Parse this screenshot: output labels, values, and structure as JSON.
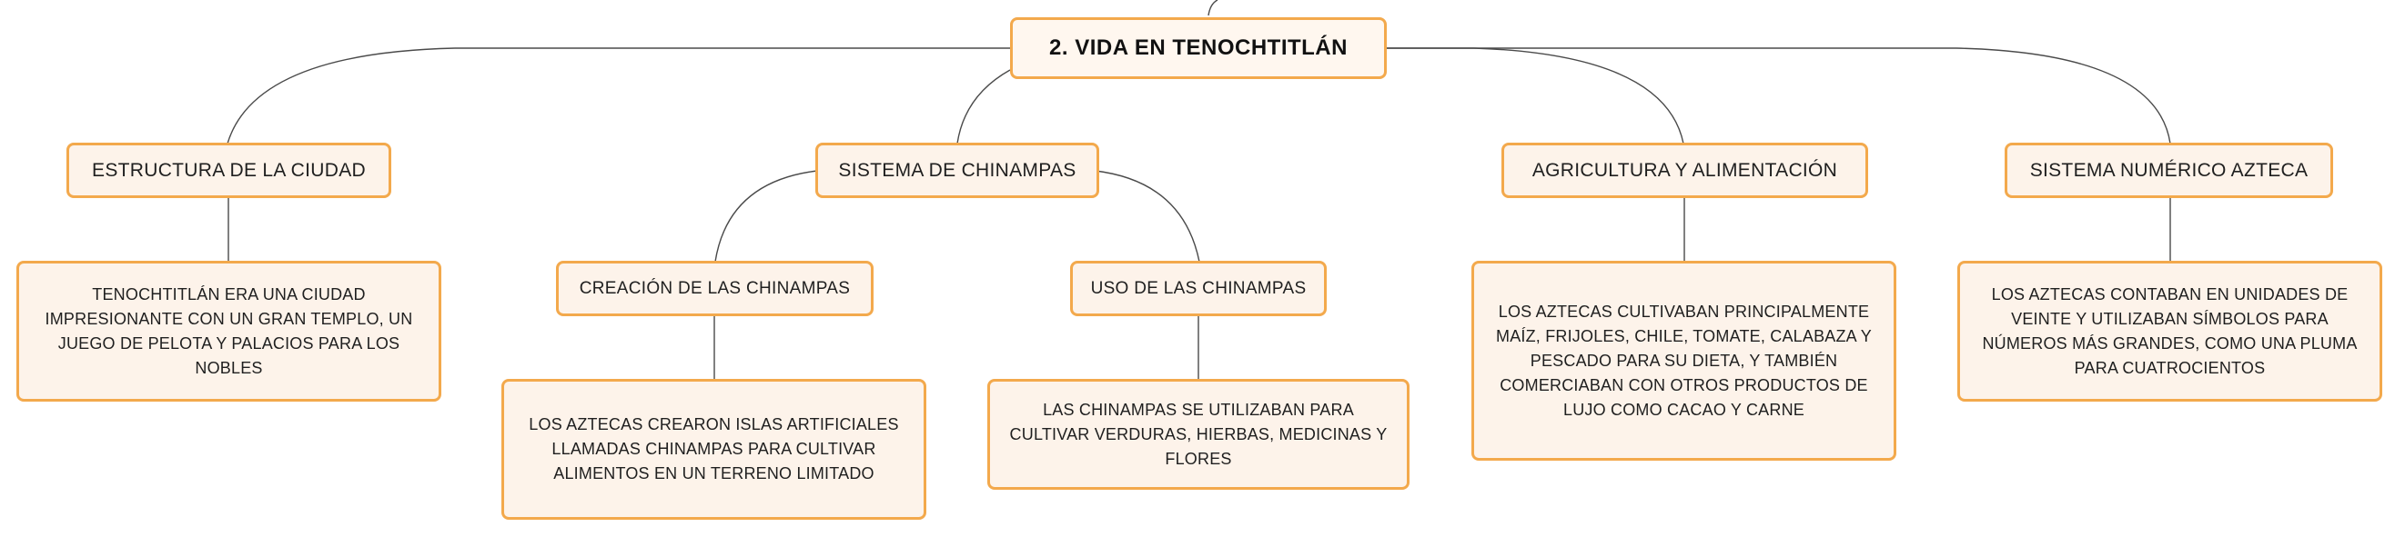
{
  "root": {
    "label": "2. VIDA EN TENOCHTITLÁN"
  },
  "topics": {
    "estructura": {
      "label": "ESTRUCTURA DE LA CIUDAD",
      "detail": "TENOCHTITLÁN ERA UNA CIUDAD IMPRESIONANTE CON UN GRAN TEMPLO, UN JUEGO DE PELOTA Y PALACIOS PARA LOS NOBLES"
    },
    "chinampas": {
      "label": "SISTEMA DE CHINAMPAS",
      "creacion": {
        "label": "CREACIÓN DE LAS CHINAMPAS",
        "detail": "LOS AZTECAS CREARON ISLAS ARTIFICIALES LLAMADAS CHINAMPAS PARA CULTIVAR ALIMENTOS EN UN TERRENO LIMITADO"
      },
      "uso": {
        "label": "USO DE LAS CHINAMPAS",
        "detail": "LAS CHINAMPAS SE UTILIZABAN PARA CULTIVAR VERDURAS, HIERBAS, MEDICINAS Y FLORES"
      }
    },
    "agricultura": {
      "label": "AGRICULTURA Y ALIMENTACIÓN",
      "detail": "LOS AZTECAS CULTIVABAN PRINCIPALMENTE MAÍZ, FRIJOLES, CHILE, TOMATE, CALABAZA Y PESCADO PARA SU DIETA, Y TAMBIÉN COMERCIABAN CON OTROS PRODUCTOS DE LUJO COMO CACAO Y CARNE"
    },
    "numerico": {
      "label": "SISTEMA NUMÉRICO AZTECA",
      "detail": "LOS AZTECAS CONTABAN EN UNIDADES DE VEINTE Y UTILIZABAN SÍMBOLOS PARA NÚMEROS MÁS GRANDES, COMO UNA PLUMA PARA CUATROCIENTOS"
    }
  },
  "colors": {
    "node_border": "#f3a94c",
    "node_fill": "#fdf3ea",
    "connector": "#4a4a4a"
  }
}
